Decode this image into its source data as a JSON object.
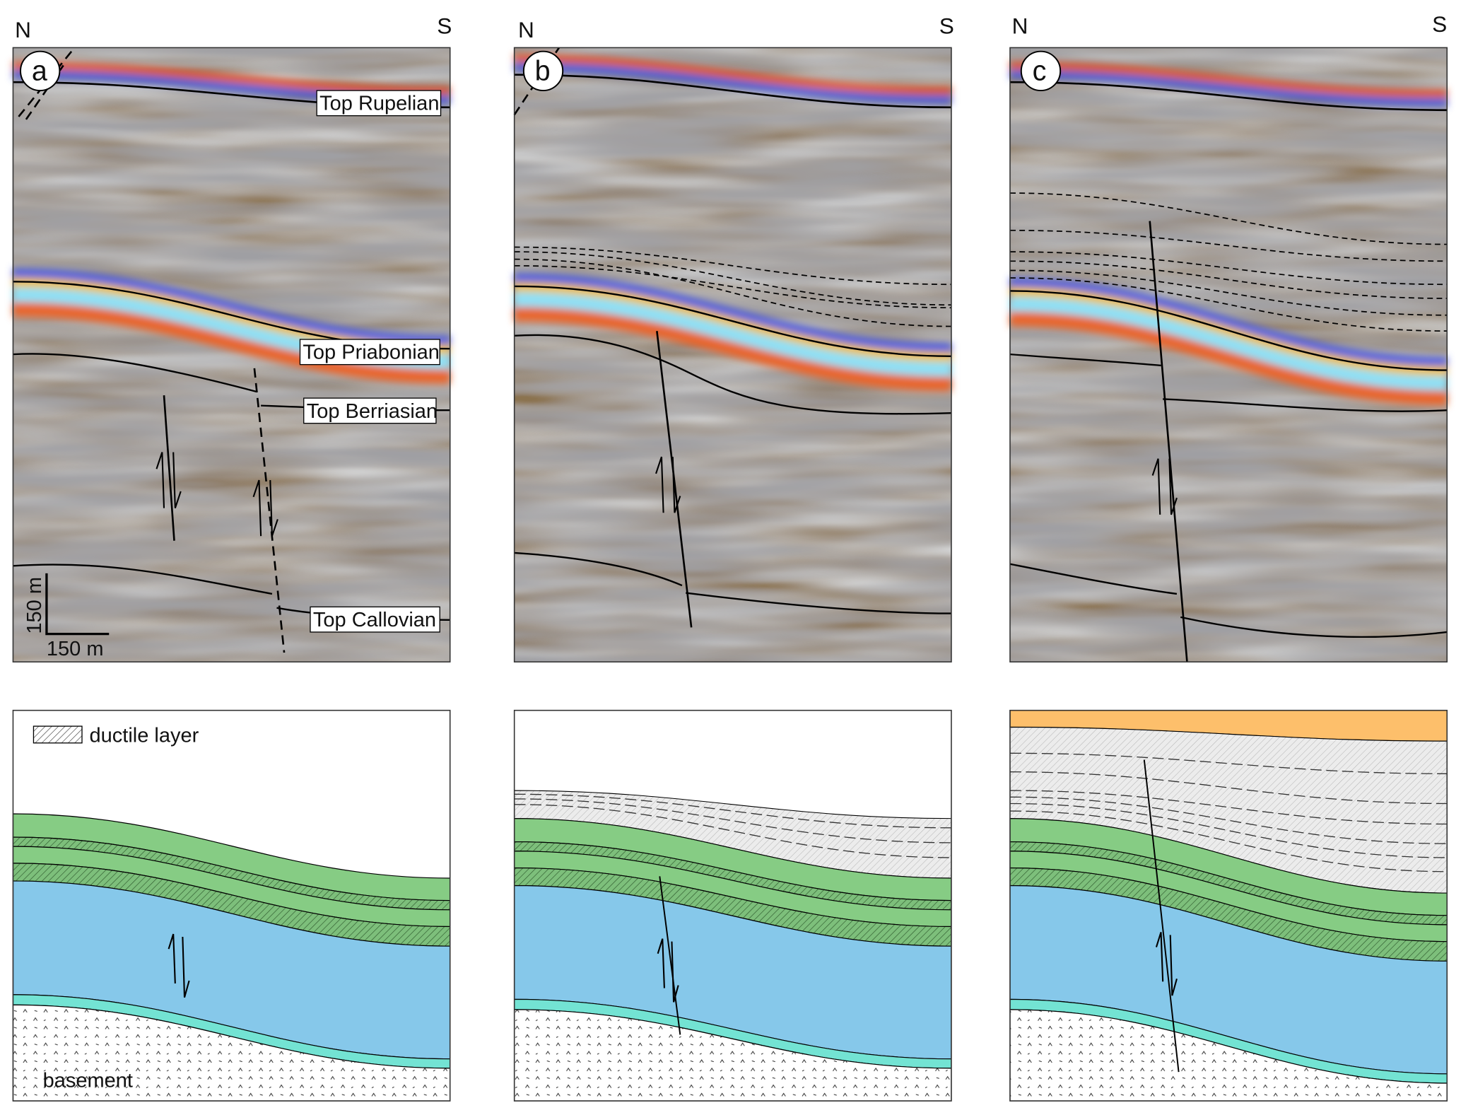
{
  "compass": {
    "north": "N",
    "south": "S"
  },
  "panels": [
    {
      "id": "a",
      "label": "a"
    },
    {
      "id": "b",
      "label": "b"
    },
    {
      "id": "c",
      "label": "c"
    }
  ],
  "horizons": {
    "rupelian": "Top Rupelian",
    "priabonian": "Top Priabonian",
    "berriasian": "Top Berriasian",
    "callovian": "Top Callovian"
  },
  "scale_bar": {
    "vertical": "150 m",
    "horizontal": "150 m"
  },
  "legend": {
    "ductile": "ductile layer"
  },
  "basement_label": "basement",
  "colors": {
    "green": "#86cc84",
    "blue": "#86c8ea",
    "cyan": "#73e3d3",
    "orange": "#fdbf6b",
    "gray": "#ebebeb"
  }
}
